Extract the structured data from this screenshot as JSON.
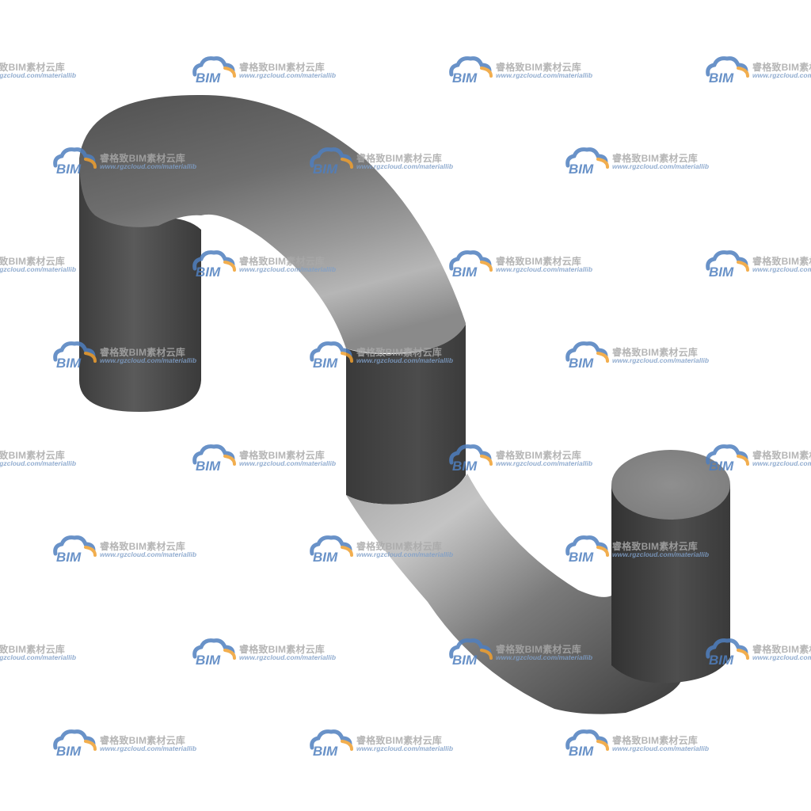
{
  "watermark": {
    "logo_text": "BIM",
    "brand": "睿格致BIM素材云库",
    "url": "www.rgzcloud.com/materiallib",
    "logo_blue": "#4f7fbf",
    "logo_orange": "#f0a030"
  },
  "model": {
    "shape": "s-shaped-pipe",
    "shade_light": "#bdbdbd",
    "shade_mid": "#7a7a7a",
    "shade_dark": "#3a3a3a"
  }
}
